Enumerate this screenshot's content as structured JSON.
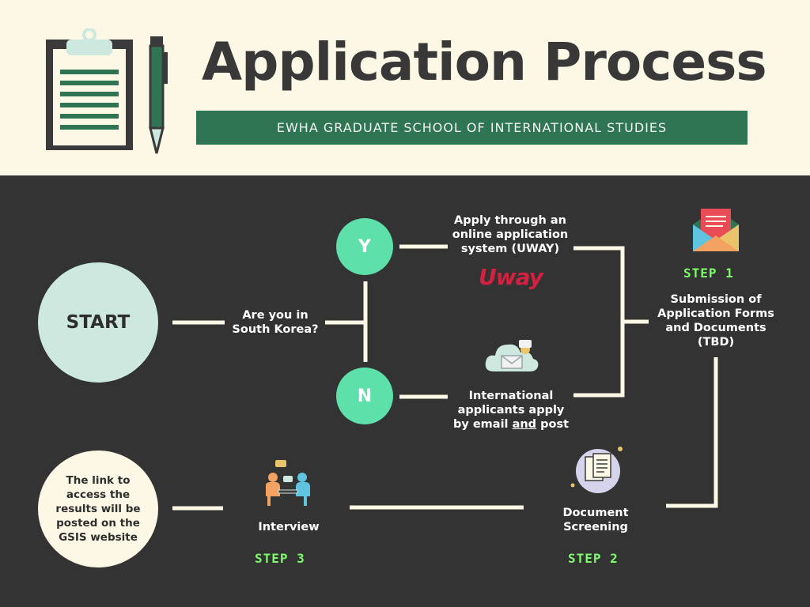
{
  "header": {
    "title": "Application Process",
    "subtitle": "EWHA GRADUATE SCHOOL OF INTERNATIONAL STUDIES"
  },
  "start": "START",
  "question": [
    "Are you in",
    "South Korea?"
  ],
  "yes": "Y",
  "no": "N",
  "apply_online": [
    "Apply through an",
    "online application",
    "system (UWAY)"
  ],
  "uway_logo": "Uway",
  "international": {
    "line1": "International",
    "line2": "applicants apply",
    "line3_pre": "by email ",
    "line3_and": "and",
    "line3_post": " post"
  },
  "step1": {
    "label": "STEP 1",
    "text": [
      "Submission of",
      "Application Forms",
      "and Documents",
      "(TBD)"
    ]
  },
  "step2": {
    "label": "STEP 2",
    "text": [
      "Document",
      "Screening"
    ]
  },
  "step3": {
    "label": "STEP 3",
    "text": "Interview"
  },
  "results": [
    "The link to",
    "access the",
    "results will be",
    "posted on the",
    "GSIS website"
  ],
  "icons": [
    "clipboard-icon",
    "pen-icon",
    "envelope-icon",
    "cloud-mail-icon",
    "documents-icon",
    "interview-icon"
  ],
  "colors": {
    "background": "#333333",
    "header_bg": "#fdf8e6",
    "accent_green": "#2f7553",
    "mint": "#5ee0aa",
    "step_green": "#7dfb6a",
    "uway_red": "#d42140"
  }
}
